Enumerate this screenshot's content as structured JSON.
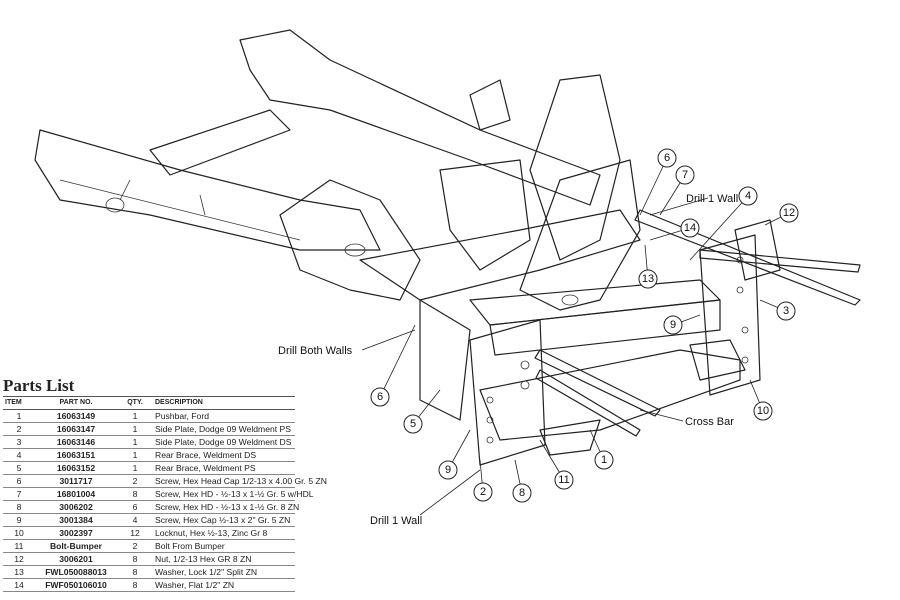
{
  "parts_list": {
    "title": "Parts List",
    "columns": [
      "ITEM",
      "PART NO.",
      "QTY.",
      "DESCRIPTION"
    ],
    "rows": [
      {
        "item": "1",
        "part_no": "16063149",
        "qty": "1",
        "description": "Pushbar, Ford"
      },
      {
        "item": "2",
        "part_no": "16063147",
        "qty": "1",
        "description": "Side Plate, Dodge 09 Weldment PS"
      },
      {
        "item": "3",
        "part_no": "16063146",
        "qty": "1",
        "description": "Side Plate, Dodge 09 Weldment DS"
      },
      {
        "item": "4",
        "part_no": "16063151",
        "qty": "1",
        "description": "Rear Brace, Weldment DS"
      },
      {
        "item": "5",
        "part_no": "16063152",
        "qty": "1",
        "description": "Rear Brace, Weldment PS"
      },
      {
        "item": "6",
        "part_no": "3011717",
        "qty": "2",
        "description": "Screw, Hex Head Cap 1/2-13 x 4.00 Gr. 5 ZN"
      },
      {
        "item": "7",
        "part_no": "16801004",
        "qty": "8",
        "description": "Screw, Hex HD - ½-13 x 1-½ Gr. 5 w/HDL"
      },
      {
        "item": "8",
        "part_no": "3006202",
        "qty": "6",
        "description": "Screw, Hex HD - ½-13 x 1-½ Gr. 8 ZN"
      },
      {
        "item": "9",
        "part_no": "3001384",
        "qty": "4",
        "description": "Screw, Hex Cap ½-13 x 2\" Gr. 5 ZN"
      },
      {
        "item": "10",
        "part_no": "3002397",
        "qty": "12",
        "description": "Locknut, Hex ½-13, Zinc Gr 8"
      },
      {
        "item": "11",
        "part_no": "Bolt-Bumper",
        "qty": "2",
        "description": "Bolt From Bumper"
      },
      {
        "item": "12",
        "part_no": "3006201",
        "qty": "8",
        "description": "Nut, 1/2-13 Hex GR 8 ZN"
      },
      {
        "item": "13",
        "part_no": "FWL050088013",
        "qty": "8",
        "description": "Washer, Lock 1/2\" Split ZN"
      },
      {
        "item": "14",
        "part_no": "FWF050106010",
        "qty": "8",
        "description": "Washer, Flat 1/2\" ZN"
      }
    ]
  },
  "diagram": {
    "labels": {
      "drill_1_wall_top": "Drill 1 Wall",
      "drill_both_walls": "Drill Both Walls",
      "cross_bar": "Cross Bar",
      "drill_1_wall_bottom": "Drill 1 Wall"
    },
    "callouts": [
      "1",
      "2",
      "3",
      "4",
      "5",
      "6",
      "6",
      "7",
      "8",
      "9",
      "9",
      "10",
      "11",
      "12",
      "13",
      "14"
    ]
  }
}
